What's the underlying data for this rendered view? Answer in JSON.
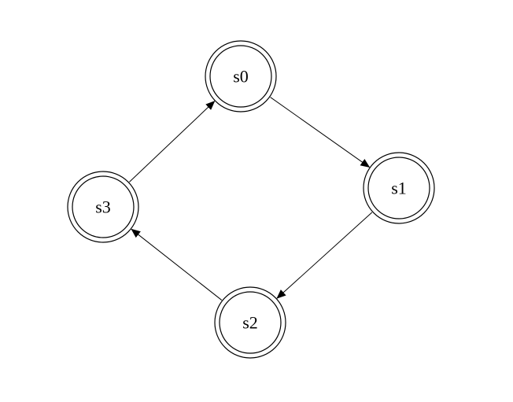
{
  "diagram": {
    "type": "state-machine",
    "states": [
      {
        "id": "s0",
        "label": "s0",
        "accepting": true
      },
      {
        "id": "s1",
        "label": "s1",
        "accepting": true
      },
      {
        "id": "s2",
        "label": "s2",
        "accepting": true
      },
      {
        "id": "s3",
        "label": "s3",
        "accepting": true
      }
    ],
    "transitions": [
      {
        "from": "s0",
        "to": "s1"
      },
      {
        "from": "s1",
        "to": "s2"
      },
      {
        "from": "s2",
        "to": "s3"
      },
      {
        "from": "s3",
        "to": "s0"
      }
    ]
  },
  "colors": {
    "stroke": "#000000",
    "background": "#ffffff"
  }
}
